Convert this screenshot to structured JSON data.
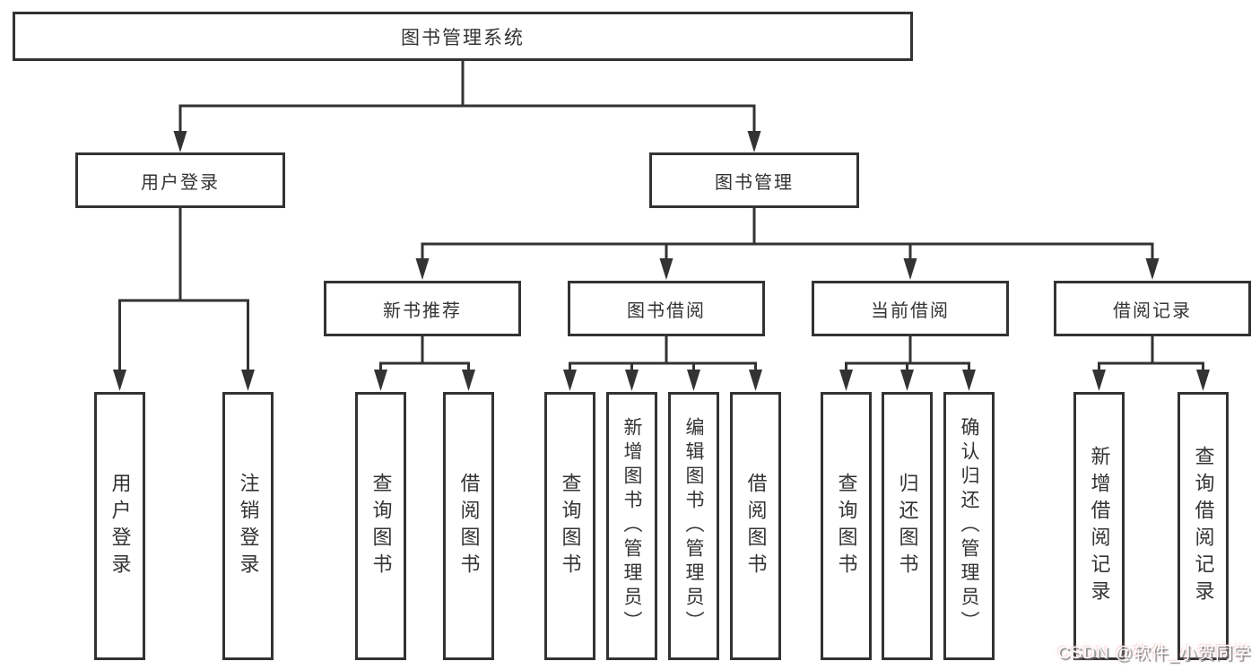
{
  "page": {
    "background_color": "#ffffff",
    "line_color": "#333333",
    "text_color": "#333333",
    "watermark_color": "#ffffff"
  },
  "watermark": {
    "text": "CSDN @软件_小贺同学"
  },
  "tree": {
    "root": {
      "label": "图书管理系统"
    },
    "level2": [
      {
        "label": "用户登录"
      },
      {
        "label": "图书管理"
      }
    ],
    "level3": [
      {
        "label": "新书推荐"
      },
      {
        "label": "图书借阅"
      },
      {
        "label": "当前借阅"
      },
      {
        "label": "借阅记录"
      }
    ],
    "leaves": [
      {
        "label": "用户登录"
      },
      {
        "label": "注销登录"
      },
      {
        "label": "查询图书"
      },
      {
        "label": "借阅图书"
      },
      {
        "label": "查询图书"
      },
      {
        "label": "新增图书（管理员）"
      },
      {
        "label": "编辑图书（管理员）"
      },
      {
        "label": "借阅图书"
      },
      {
        "label": "查询图书"
      },
      {
        "label": "归还图书"
      },
      {
        "label": "确认归还（管理员）"
      },
      {
        "label": "新增借阅记录"
      },
      {
        "label": "查询借阅记录"
      }
    ]
  }
}
